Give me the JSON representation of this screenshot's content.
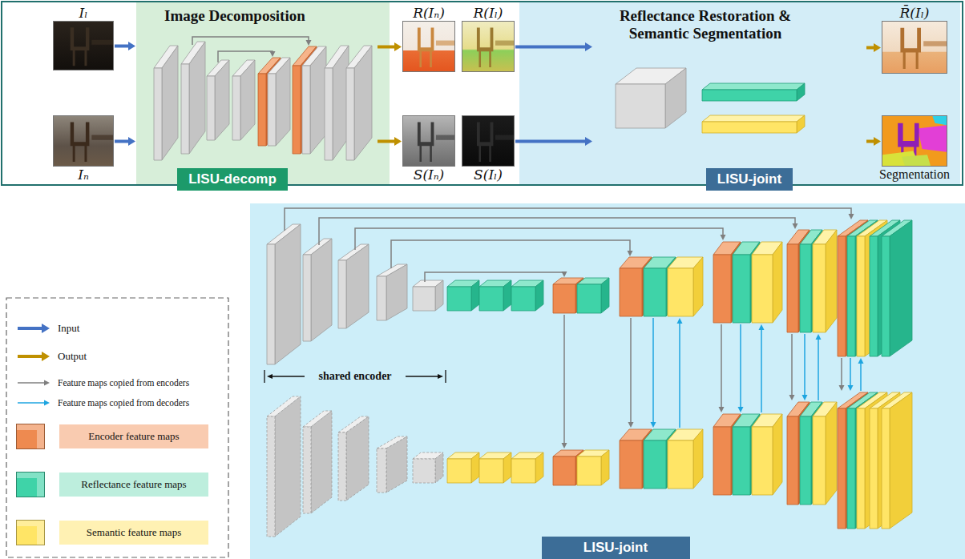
{
  "diagram": {
    "nodes": [
      {
        "text": [
          "Iₗ"
        ]
      },
      {
        "text": [
          "Iₙ"
        ]
      },
      {
        "text": [
          "Image Decomposition"
        ]
      },
      {
        "text": [
          "LISU-decomp"
        ],
        "in": 2
      },
      {
        "text": [
          "R(Iₙ)"
        ]
      },
      {
        "text": [
          "S(Iₙ)"
        ]
      },
      {
        "text": [
          "R(Iₗ)"
        ]
      },
      {
        "text": [
          "S(Iₗ)"
        ]
      },
      {
        "text": [
          "Reflectance Restoration & Semantic Segmentation"
        ]
      },
      {
        "text": [
          "LISU-joint"
        ],
        "in": 8
      },
      {
        "text": [
          "R̄(Iₗ)"
        ]
      },
      {
        "text": [
          "Segmentation"
        ]
      },
      {
        "text": [
          "LISU-joint"
        ]
      }
    ],
    "edges": [
      {
        "from": 0,
        "to": 2,
        "arrow": "to"
      },
      {
        "from": 1,
        "to": 2,
        "arrow": "to"
      },
      {
        "from": 2,
        "to": 4,
        "arrow": "to"
      },
      {
        "from": 2,
        "to": 5,
        "arrow": "to"
      },
      {
        "from": 6,
        "to": 8,
        "arrow": "to"
      },
      {
        "from": 7,
        "to": 8,
        "arrow": "to"
      },
      {
        "from": 8,
        "to": 10,
        "arrow": "to"
      },
      {
        "from": 8,
        "to": 11,
        "arrow": "to"
      }
    ],
    "labels": [
      "shared encoder"
    ],
    "legend": [
      {
        "text": "Input"
      },
      {
        "text": "Output"
      },
      {
        "text": "Feature maps copied from encoders"
      },
      {
        "text": "Feature maps copied from decoders"
      },
      {
        "text": "Encoder feature maps",
        "color": "#ee8a50"
      },
      {
        "text": "Reflectance feature maps",
        "color": "#3fd3a8"
      },
      {
        "text": "Semantic feature maps",
        "color": "#ffe566"
      }
    ]
  }
}
